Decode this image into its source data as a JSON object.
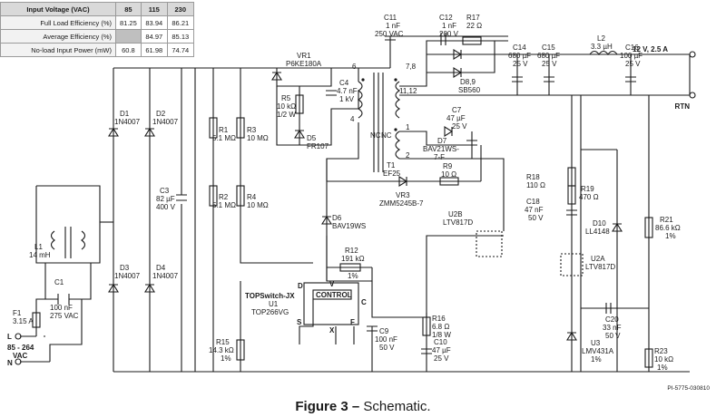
{
  "table": {
    "header": [
      "Input Voltage (VAC)",
      "85",
      "115",
      "230"
    ],
    "rows": [
      {
        "label": "Full Load Efficiency (%)",
        "values": [
          "81.25",
          "83.94",
          "86.21"
        ]
      },
      {
        "label": "Average Efficiency (%)",
        "values": [
          "",
          "84.97",
          "85.13"
        ]
      },
      {
        "label": "No-load Input Power (mW)",
        "values": [
          "60.8",
          "61.98",
          "74.74"
        ]
      }
    ]
  },
  "caption": {
    "bold": "Figure 3 –",
    "rest": " Schematic."
  },
  "drawing_id": "PI-5775-030810",
  "terminals": {
    "input_range": "85 - 264",
    "input_unit": "VAC",
    "line": "L",
    "neutral": "N",
    "output": "12 V, 2.5 A",
    "return": "RTN"
  },
  "components": {
    "F1": {
      "ref": "F1",
      "value": "3.15 A"
    },
    "C1": {
      "ref": "C1",
      "value": "100 nF",
      "rating": "275 VAC"
    },
    "L1": {
      "ref": "L1",
      "value": "14 mH"
    },
    "D1": {
      "ref": "D1",
      "part": "1N4007"
    },
    "D2": {
      "ref": "D2",
      "part": "1N4007"
    },
    "D3": {
      "ref": "D3",
      "part": "1N4007"
    },
    "D4": {
      "ref": "D4",
      "part": "1N4007"
    },
    "C3": {
      "ref": "C3",
      "value": "82 µF",
      "rating": "400 V"
    },
    "R1": {
      "ref": "R1",
      "value": "5.1 MΩ"
    },
    "R2": {
      "ref": "R2",
      "value": "5.1 MΩ"
    },
    "R3": {
      "ref": "R3",
      "value": "10 MΩ"
    },
    "R4": {
      "ref": "R4",
      "value": "10 MΩ"
    },
    "VR1": {
      "ref": "VR1",
      "part": "P6KE180A"
    },
    "R5": {
      "ref": "R5",
      "value": "10 kΩ",
      "rating": "1/2 W"
    },
    "C4": {
      "ref": "C4",
      "value": "4.7 nF",
      "rating": "1 kV"
    },
    "D5": {
      "ref": "D5",
      "part": "FR107"
    },
    "C11": {
      "ref": "C11",
      "value": "1 nF",
      "rating": "250 VAC"
    },
    "T1": {
      "ref": "T1",
      "part": "EF25"
    },
    "C12": {
      "ref": "C12",
      "value": "1 nF",
      "rating": "200 V"
    },
    "R17": {
      "ref": "R17",
      "value": "22 Ω"
    },
    "D89": {
      "ref": "D8,9",
      "part": "SB560"
    },
    "C14": {
      "ref": "C14",
      "value": "680 µF",
      "rating": "25 V"
    },
    "C15": {
      "ref": "C15",
      "value": "680 µF",
      "rating": "25 V"
    },
    "L2": {
      "ref": "L2",
      "value": "3.3 µH"
    },
    "C16": {
      "ref": "C16",
      "value": "100 µF",
      "rating": "25 V"
    },
    "C7": {
      "ref": "C7",
      "value": "47 µF",
      "rating": "25 V"
    },
    "D7": {
      "ref": "D7",
      "part": "BAV21WS-",
      "part2": "7-F"
    },
    "R9": {
      "ref": "R9",
      "value": "10 Ω"
    },
    "VR3": {
      "ref": "VR3",
      "part": "ZMM5245B-7"
    },
    "D6": {
      "ref": "D6",
      "part": "BAV19WS"
    },
    "R12": {
      "ref": "R12",
      "value": "191 kΩ",
      "rating": "1%"
    },
    "U2B": {
      "ref": "U2B",
      "part": "LTV817D"
    },
    "U1": {
      "title": "TOPSwitch-JX",
      "ref": "U1",
      "part": "TOP266VG",
      "block": "CONTROL",
      "pins": [
        "D",
        "V",
        "C",
        "S",
        "X",
        "F"
      ]
    },
    "R15": {
      "ref": "R15",
      "value": "14.3 kΩ",
      "rating": "1%"
    },
    "C9": {
      "ref": "C9",
      "value": "100 nF",
      "rating": "50 V"
    },
    "R16": {
      "ref": "R16",
      "value": "6.8 Ω",
      "rating": "1/8 W"
    },
    "C10": {
      "ref": "C10",
      "value": "47 µF",
      "rating": "25 V"
    },
    "R18": {
      "ref": "R18",
      "value": "110 Ω"
    },
    "R19": {
      "ref": "R19",
      "value": "470 Ω"
    },
    "C18": {
      "ref": "C18",
      "value": "47 nF",
      "rating": "50 V"
    },
    "D10": {
      "ref": "D10",
      "part": "LL4148"
    },
    "R21": {
      "ref": "R21",
      "value": "86.6 kΩ",
      "rating": "1%"
    },
    "U2A": {
      "ref": "U2A",
      "part": "LTV817D"
    },
    "C20": {
      "ref": "C20",
      "value": "33 nF",
      "rating": "50 V"
    },
    "U3": {
      "ref": "U3",
      "part": "LMV431A",
      "rating": "1%"
    },
    "R23": {
      "ref": "R23",
      "value": "10 kΩ",
      "rating": "1%"
    }
  },
  "pin_labels": {
    "p6": "6",
    "p78": "7,8",
    "p1112": "11,12",
    "p4": "4",
    "nc1": "NC",
    "nc2": "NC",
    "p1": "1",
    "p2": "2"
  }
}
